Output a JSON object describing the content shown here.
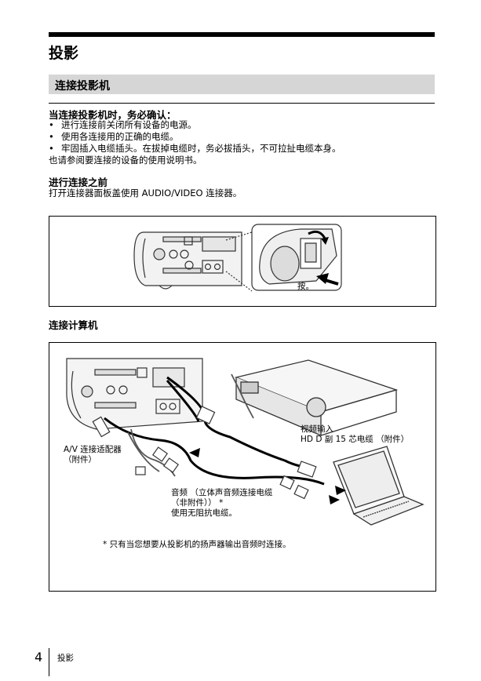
{
  "page_title": "投影",
  "section_title": "连接投影机",
  "intro_heading": "当连接投影机时，务必确认：",
  "bullets": [
    "进行连接前关闭所有设备的电源。",
    "使用各连接用的正确的电缆。",
    "牢固插入电缆插头。在拔掉电缆时，务必拔插头，不可拉扯电缆本身。"
  ],
  "manual_note": "也请参阅要连接的设备的使用说明书。",
  "before_heading": "进行连接之前",
  "before_text": "打开连接器面板盖使用 AUDIO/VIDEO 连接器。",
  "figure1": {
    "press_label": "按。"
  },
  "computer_heading": "连接计算机",
  "figure2": {
    "adapter_label": "A/V 连接适配器\n（附件）",
    "video_label": "视频输入\nHD D 副 15 芯电缆 （附件）",
    "audio_label": "音频 （立体声音频连接电缆\n（非附件）） *\n使用无阻抗电缆。",
    "footnote": "* 只有当您想要从投影机的扬声器输出音频时连接。"
  },
  "footer": {
    "page_number": "4",
    "label": "投影"
  }
}
